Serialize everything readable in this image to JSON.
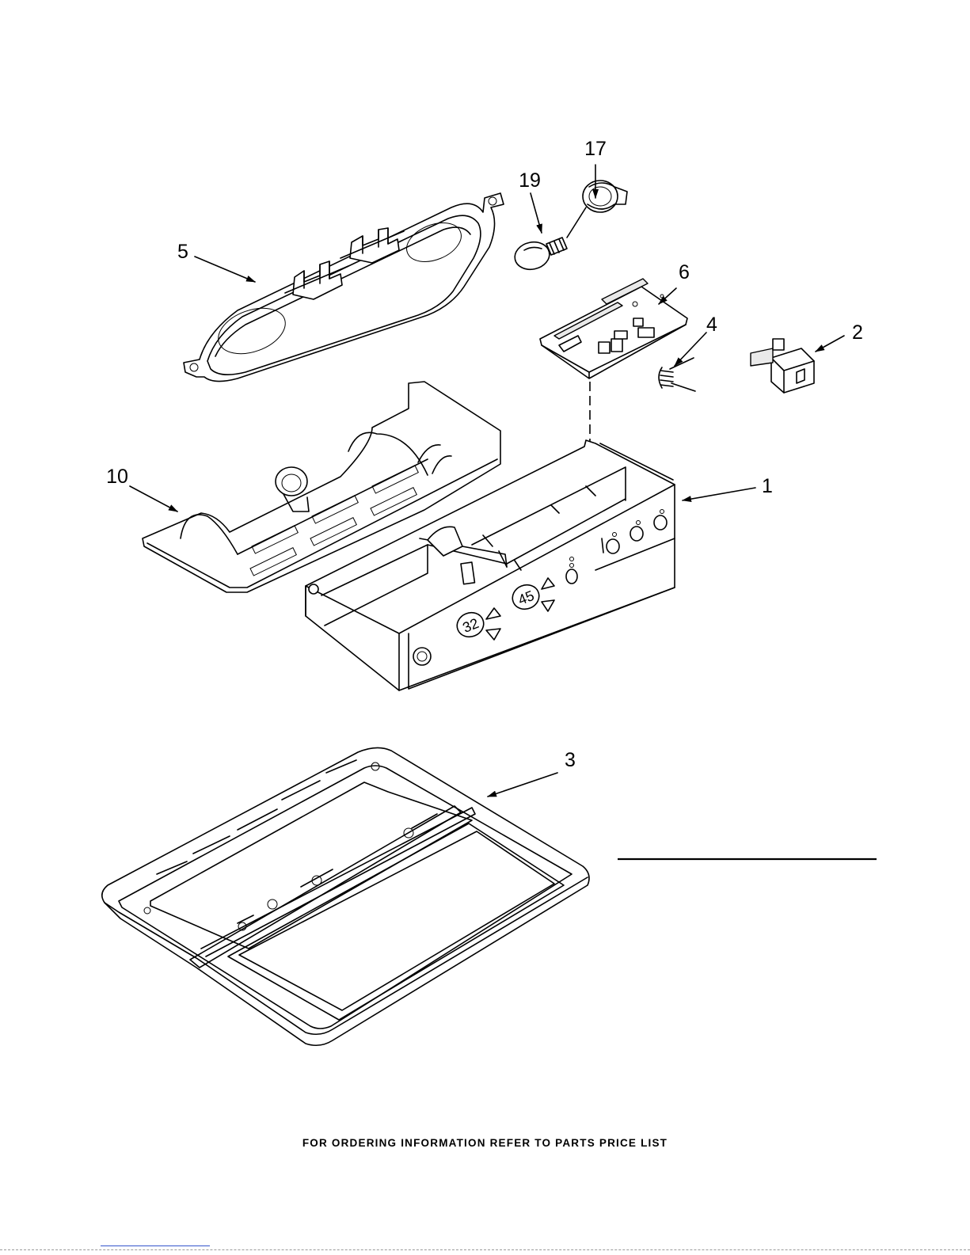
{
  "callouts": [
    {
      "id": "1",
      "label": "1"
    },
    {
      "id": "2",
      "label": "2"
    },
    {
      "id": "3",
      "label": "3"
    },
    {
      "id": "4",
      "label": "4"
    },
    {
      "id": "5",
      "label": "5"
    },
    {
      "id": "6",
      "label": "6"
    },
    {
      "id": "10",
      "label": "10"
    },
    {
      "id": "17",
      "label": "17"
    },
    {
      "id": "19",
      "label": "19"
    }
  ],
  "display_digits": {
    "left": "32",
    "right": "45"
  },
  "footer": "FOR ORDERING INFORMATION REFER TO PARTS PRICE LIST"
}
